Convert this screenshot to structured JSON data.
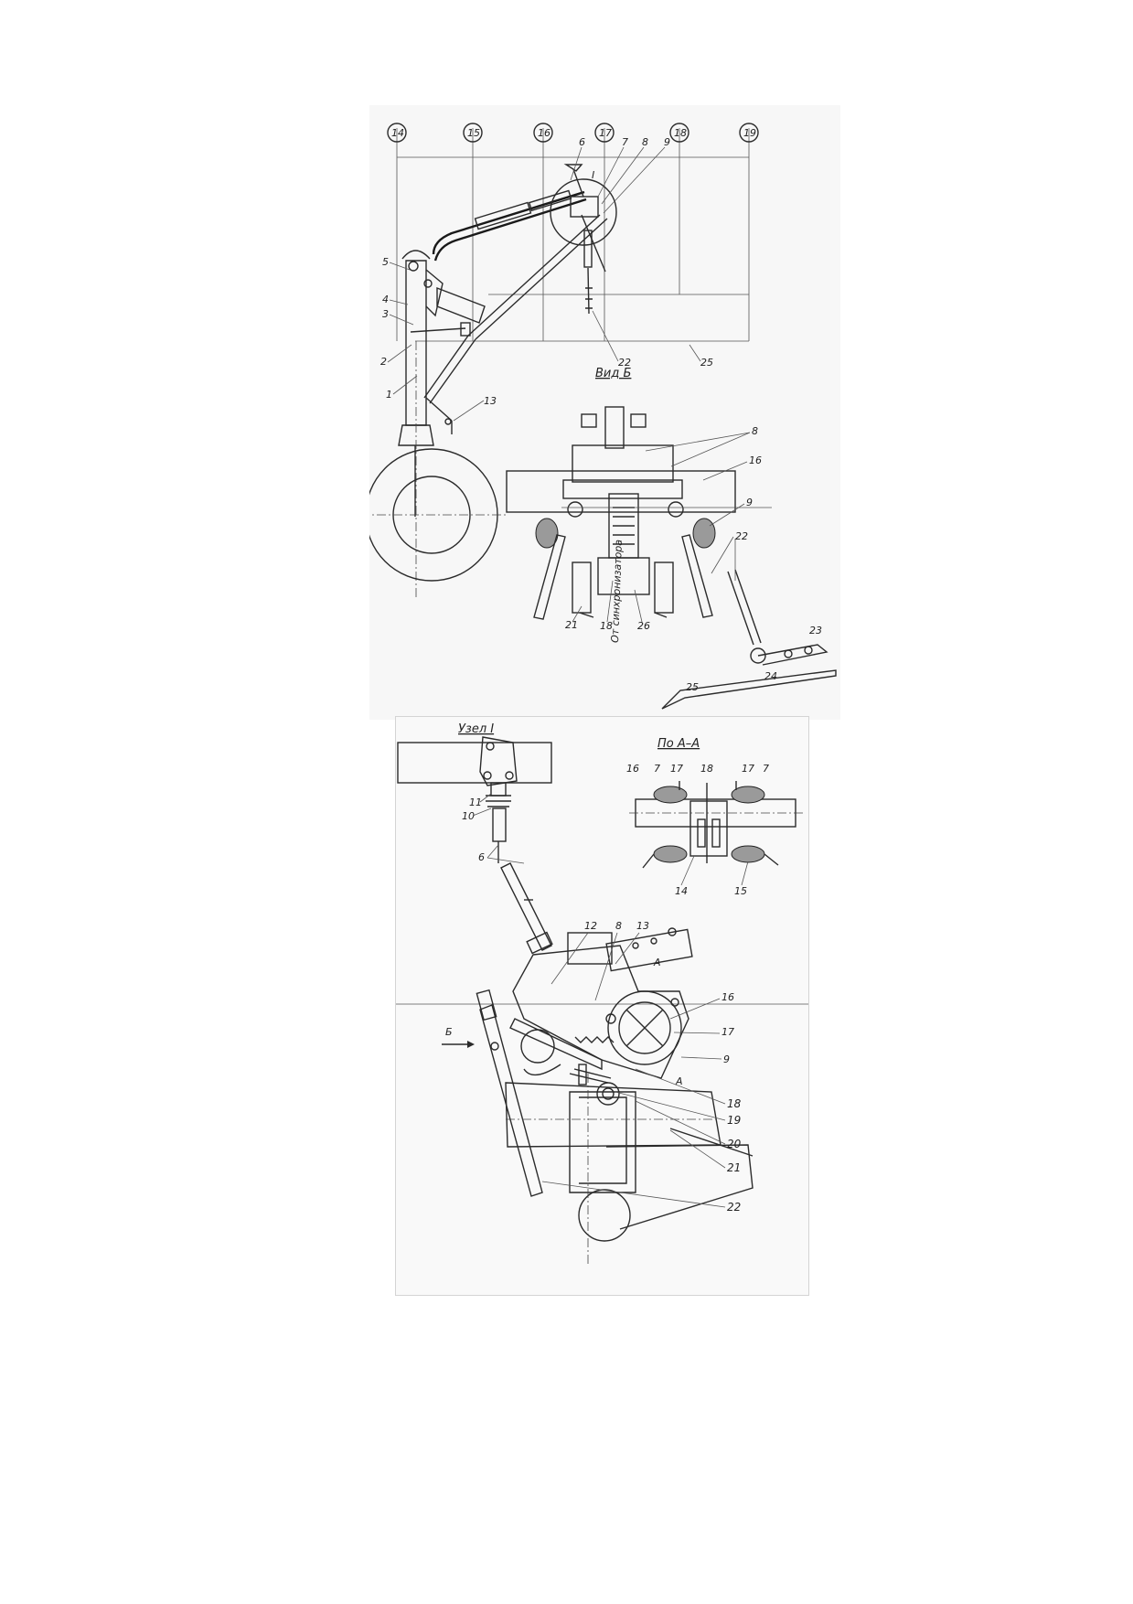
{
  "top": {
    "frame_numbers": [
      "14",
      "15",
      "16",
      "17",
      "18",
      "19"
    ],
    "callouts": [
      "6",
      "7",
      "8",
      "9",
      "I",
      "5",
      "4",
      "3",
      "2",
      "1",
      "13",
      "22",
      "25"
    ],
    "view_title": "Вид Б",
    "view_callouts": [
      "8",
      "16",
      "9",
      "22",
      "21",
      "18",
      "26",
      "23",
      "24",
      "25"
    ],
    "vertical_note": "От синхронизатора"
  },
  "bottom": {
    "node_title": "Узел I",
    "node_callouts": [
      "11",
      "10",
      "6"
    ],
    "section_title": "По  А–А",
    "section_callouts": [
      "16",
      "7",
      "17",
      "18",
      "17",
      "7",
      "14",
      "15"
    ],
    "main_callouts": [
      "12",
      "8",
      "13",
      "А",
      "16",
      "17",
      "9",
      "А",
      "18",
      "19",
      "20",
      "21",
      "22"
    ],
    "arrow_label": "Б"
  }
}
